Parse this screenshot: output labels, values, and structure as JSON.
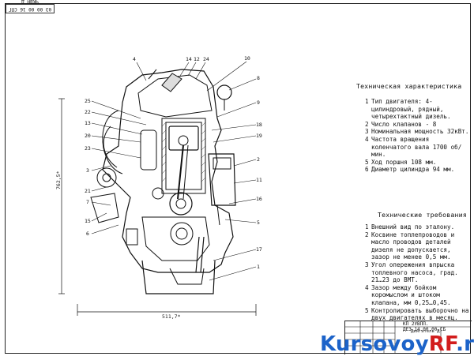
{
  "stamp_code": "03 00 00 16 СПГ ЧКВН Д",
  "tech": {
    "title": "Техническая характеристика",
    "items": [
      {
        "n": "1",
        "text": "Тип двигателя: 4-цилиндровый, рядный, четырехтактный дизель."
      },
      {
        "n": "2",
        "text": "Число клапанов - 8"
      },
      {
        "n": "3",
        "text": "Номинальная мощность 32кВт."
      },
      {
        "n": "4",
        "text": "Частота вращения коленчатого вала 1700 об/мин."
      },
      {
        "n": "5",
        "text": "Ход поршня 108 мм."
      },
      {
        "n": "6",
        "text": "Диаметр цилиндра 94 мм."
      }
    ]
  },
  "req": {
    "title": "Технические требования",
    "items": [
      {
        "n": "1",
        "text": "Внешний вид по эталону."
      },
      {
        "n": "2",
        "text": "Косвине топлепроводов и масло проводов деталей дизеля не допускается, зазор не менее 0,5 мм."
      },
      {
        "n": "3",
        "text": "Угол опережения впрыска топлевного насоса, град. 21…23 до ВМТ."
      },
      {
        "n": "4",
        "text": "Зазор между бойком коромыслом и штоком клапана, мм 0,25…0,45."
      },
      {
        "n": "5",
        "text": "Контролировать выборочно на двух двигателях в месяц."
      }
    ]
  },
  "titleblock": {
    "code": "КП 2УВПП. ДЕЗ.14.00.00.СБ",
    "name": "Двигатель Д-"
  },
  "dimensions": {
    "height": "762,5*",
    "width": "511,7*"
  },
  "callouts": [
    "4",
    "14",
    "12",
    "24",
    "10",
    "8",
    "25",
    "22",
    "13",
    "20",
    "23",
    "3",
    "21",
    "7",
    "15",
    "6",
    "9",
    "18",
    "19",
    "2",
    "11",
    "16",
    "5",
    "17",
    "1"
  ],
  "watermark": {
    "part1": "Kursovoy",
    "part2": "RF",
    "part3": ".ru"
  }
}
